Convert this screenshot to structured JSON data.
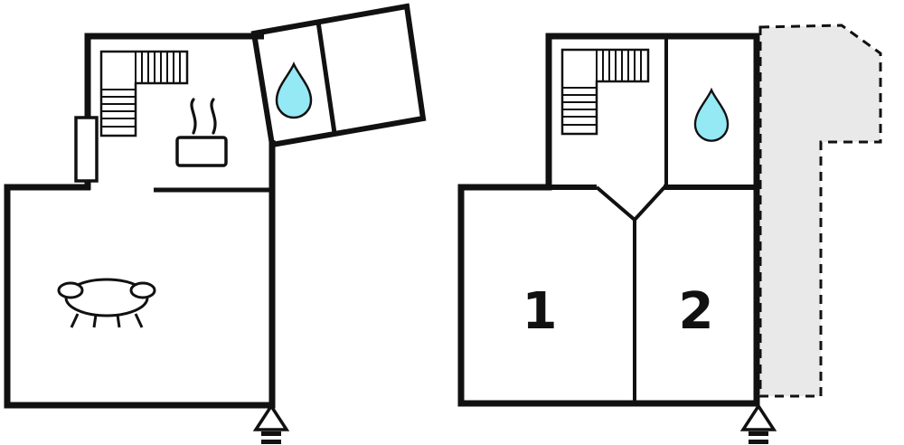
{
  "image": {
    "kind": "floor-plan",
    "background": "#ffffff"
  },
  "colors": {
    "wall": "#111111",
    "water_drop_fill": "#95e9f4",
    "terrace_fill": "#e9e9e9",
    "room_label": "#111111"
  },
  "ground_floor": {
    "icons": [
      "staircase-icon",
      "stove-steam-icon",
      "sofa-icon",
      "water-drop-icon",
      "entrance-arrow-icon"
    ]
  },
  "upper_floor": {
    "rooms": [
      {
        "label": "1"
      },
      {
        "label": "2"
      }
    ],
    "icons": [
      "staircase-icon",
      "water-drop-icon",
      "terrace-dashed-outline",
      "entrance-arrow-icon"
    ]
  }
}
